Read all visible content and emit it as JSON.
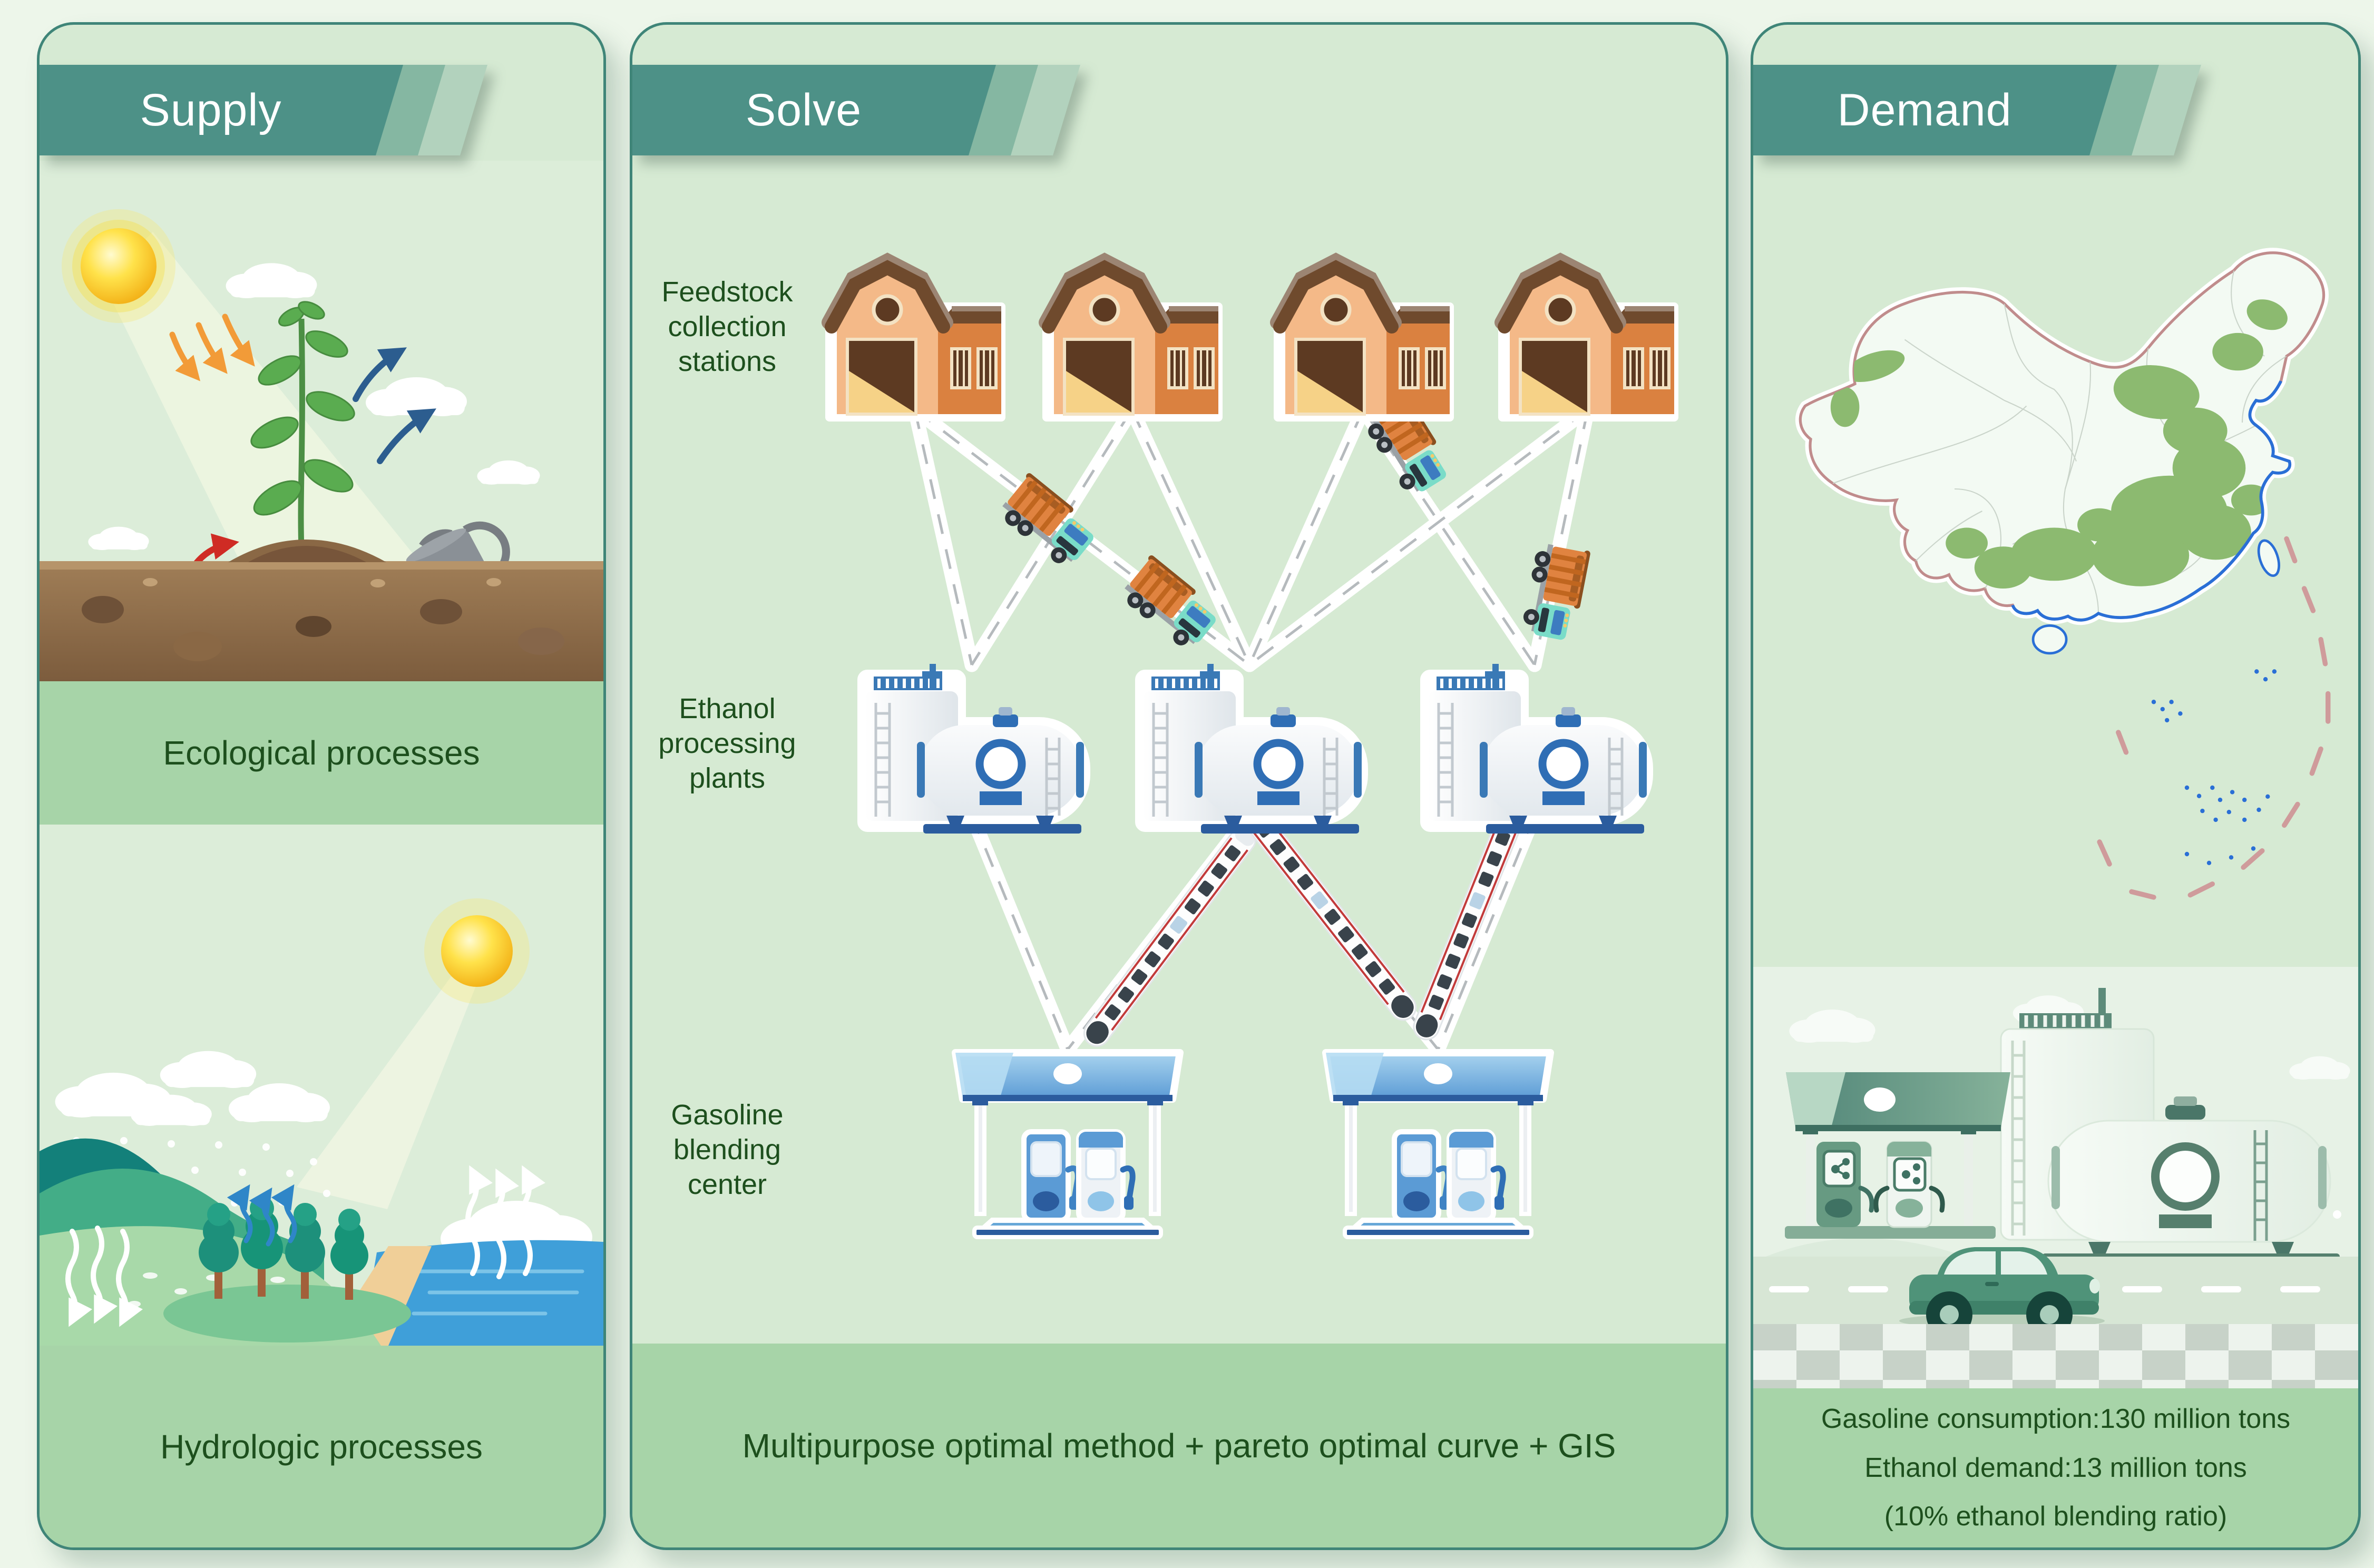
{
  "colors": {
    "page_bg": "#edf6ea",
    "panel_bg": "#d6ead3",
    "panel_border": "#3f8578",
    "banner_dark": "#4d9187",
    "banner_mid": "#85b7a2",
    "banner_light": "#b2d2bd",
    "band_green": "#a7d4a8",
    "text_green": "#1d4f1d",
    "connector_white": "#ffffff",
    "connector_dash": "#b5babd",
    "map_highlight_green": "#8cba70",
    "map_coast_blue": "#2a6fd6",
    "map_border_pink": "#c08c8c"
  },
  "supply": {
    "title": "Supply",
    "eco_label": "Ecological processes",
    "hydro_label": "Hydrologic processes"
  },
  "solve": {
    "title": "Solve",
    "tier1_label": "Feedstock collection stations",
    "tier2_label": "Ethanol processing plants",
    "tier3_label": "Gasoline blending center",
    "footer": "Multipurpose optimal method + pareto optimal curve + GIS",
    "network": {
      "feedstock_stations": 4,
      "ethanol_plants": 3,
      "blending_centers": 2,
      "truck_shipments": 4,
      "train_shipments": 3
    }
  },
  "demand": {
    "title": "Demand",
    "stat1": "Gasoline consumption:130 million tons",
    "stat2": "Ethanol demand:13 million tons",
    "stat3": "(10% ethanol blending ratio)"
  },
  "icons": {
    "barn": "barn-icon",
    "ethanol_plant": "ethanol-tank-icon",
    "gas_station": "gas-station-icon",
    "truck": "truck-icon",
    "train": "train-icon",
    "sun": "sun-icon",
    "cloud": "cloud-icon",
    "plant": "crop-plant-icon",
    "watering_can": "watering-can-icon",
    "china_map": "china-map",
    "car": "car-icon"
  }
}
